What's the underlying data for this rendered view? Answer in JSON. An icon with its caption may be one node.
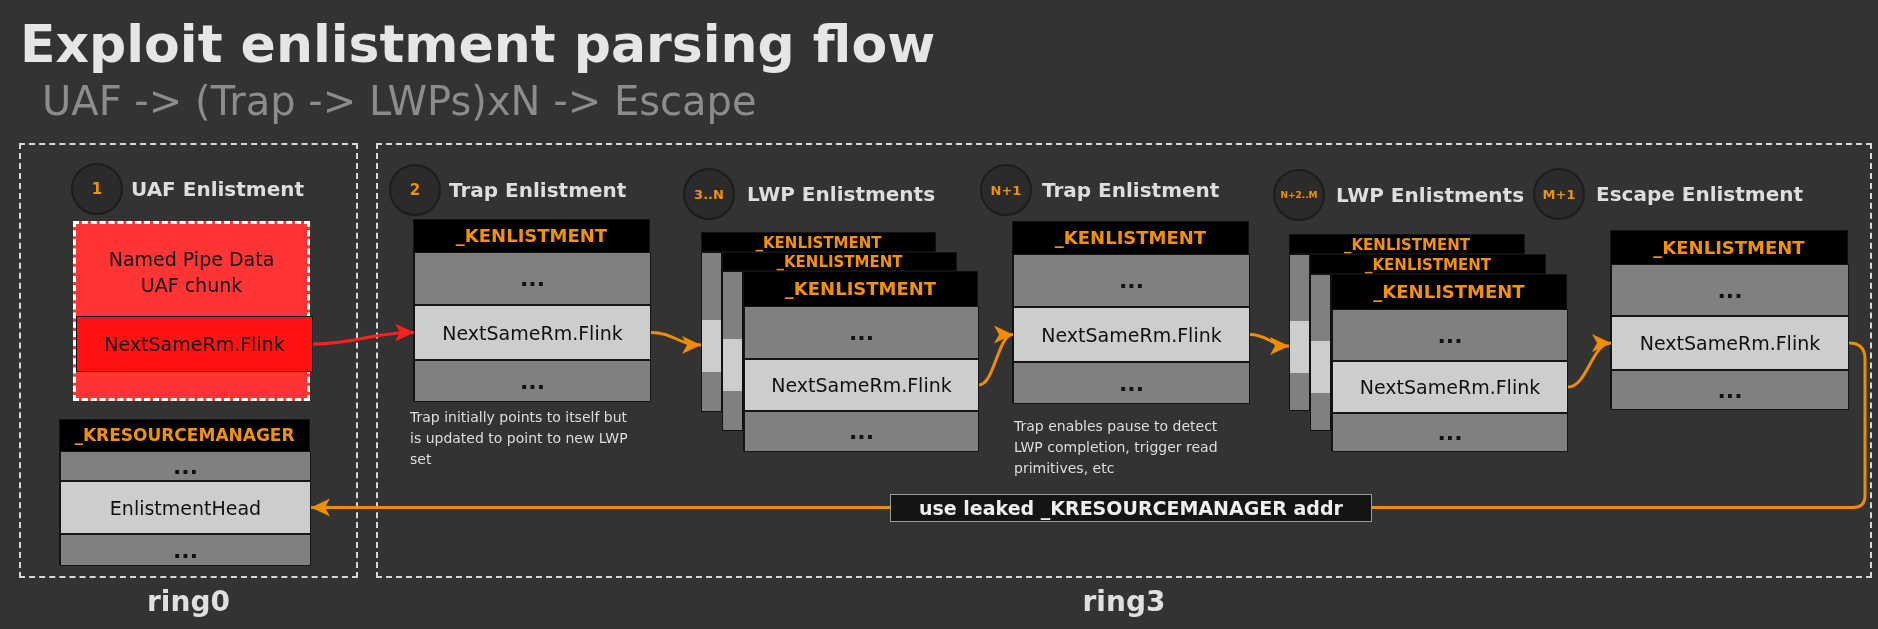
{
  "diagram": {
    "title": "Exploit enlistment parsing flow",
    "labels": [
      "UAF -> (Trap -> LWPs)xN -> Escape"
    ],
    "nodes": [
      {
        "text": [
          "ring0"
        ]
      },
      {
        "text": [
          "1"
        ],
        "in": 0,
        "beside": [
          "UAF Enlistment"
        ]
      },
      {
        "text": [
          "Named Pipe Data UAF chunk"
        ],
        "in": 0
      },
      {
        "text": [
          "NextSameRm.Flink"
        ],
        "in": 2
      },
      {
        "text": [
          "_KRESOURCEMANAGER"
        ],
        "in": 0
      },
      {
        "text": [
          "..."
        ],
        "in": 4
      },
      {
        "text": [
          "EnlistmentHead"
        ],
        "in": 4
      },
      {
        "text": [
          "..."
        ],
        "in": 4
      },
      {
        "text": [
          "ring3"
        ]
      },
      {
        "text": [
          "2"
        ],
        "in": 8,
        "beside": [
          "Trap Enlistment"
        ]
      },
      {
        "text": [
          "_KENLISTMENT"
        ],
        "in": 8,
        "beside": [
          "Trap initially points to itself but is updated to point to new LWP set"
        ]
      },
      {
        "text": [
          "..."
        ],
        "in": 10
      },
      {
        "text": [
          "NextSameRm.Flink"
        ],
        "in": 10
      },
      {
        "text": [
          "..."
        ],
        "in": 10
      },
      {
        "text": [
          "3..N"
        ],
        "in": 8,
        "beside": [
          "LWP Enlistments"
        ]
      },
      {
        "text": [
          "_KENLISTMENT"
        ],
        "in": 8
      },
      {
        "text": [
          "_KENLISTMENT"
        ],
        "in": 8
      },
      {
        "text": [
          "_KENLISTMENT"
        ],
        "in": 8
      },
      {
        "text": [
          "..."
        ],
        "in": 17
      },
      {
        "text": [
          "NextSameRm.Flink"
        ],
        "in": 17
      },
      {
        "text": [
          "..."
        ],
        "in": 17
      },
      {
        "text": [
          "N+1"
        ],
        "in": 8,
        "beside": [
          "Trap Enlistment"
        ]
      },
      {
        "text": [
          "_KENLISTMENT"
        ],
        "in": 8,
        "beside": [
          "Trap enables pause to detect LWP completion, trigger read primitives, etc"
        ]
      },
      {
        "text": [
          "..."
        ],
        "in": 22
      },
      {
        "text": [
          "NextSameRm.Flink"
        ],
        "in": 22
      },
      {
        "text": [
          "..."
        ],
        "in": 22
      },
      {
        "text": [
          "N+2..M"
        ],
        "in": 8,
        "beside": [
          "LWP Enlistments"
        ]
      },
      {
        "text": [
          "_KENLISTMENT"
        ],
        "in": 8
      },
      {
        "text": [
          "_KENLISTMENT"
        ],
        "in": 8
      },
      {
        "text": [
          "_KENLISTMENT"
        ],
        "in": 8
      },
      {
        "text": [
          "..."
        ],
        "in": 29
      },
      {
        "text": [
          "NextSameRm.Flink"
        ],
        "in": 29
      },
      {
        "text": [
          "..."
        ],
        "in": 29
      },
      {
        "text": [
          "M+1"
        ],
        "in": 8,
        "beside": [
          "Escape Enlistment"
        ]
      },
      {
        "text": [
          "_KENLISTMENT"
        ],
        "in": 8
      },
      {
        "text": [
          "..."
        ],
        "in": 34
      },
      {
        "text": [
          "NextSameRm.Flink"
        ],
        "in": 34
      },
      {
        "text": [
          "..."
        ],
        "in": 34
      },
      {
        "text": [],
        "shape": "box",
        "in": 8
      },
      {
        "text": [],
        "shape": "box",
        "in": 8
      },
      {
        "text": [],
        "shape": "box",
        "in": 8
      },
      {
        "text": [],
        "shape": "box",
        "in": 8
      }
    ],
    "edges": [
      {
        "from": 3,
        "to": 12,
        "arrow": "to",
        "color": "#ff2020"
      },
      {
        "from": 12,
        "to": 38,
        "arrow": "to"
      },
      {
        "from": 19,
        "to": 24,
        "arrow": "to"
      },
      {
        "from": 24,
        "to": 40,
        "arrow": "to"
      },
      {
        "from": 31,
        "to": 36,
        "arrow": "to"
      },
      {
        "from": 36,
        "to": 6,
        "arrow": "to",
        "label": "use leaked _KRESOURCEMANAGER addr"
      }
    ]
  }
}
